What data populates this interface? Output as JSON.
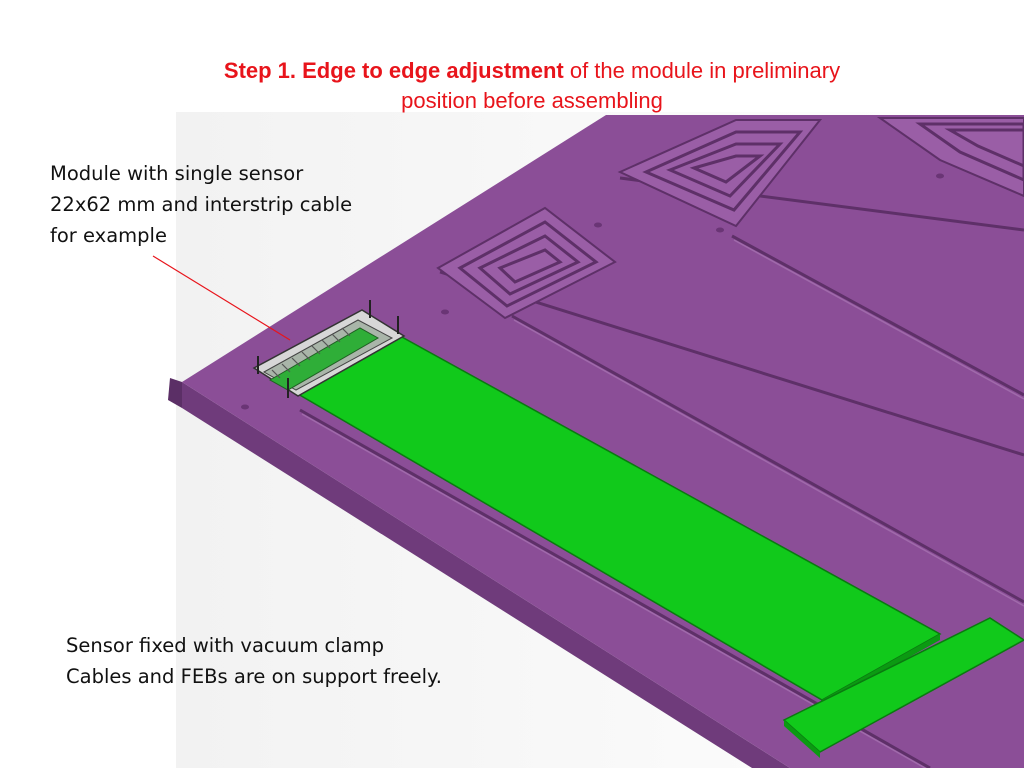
{
  "title": {
    "bold_part": "Step 1. Edge to edge adjustment",
    "rest_line1": " of the module in preliminary",
    "rest_line2": "position before assembling"
  },
  "annotations": {
    "module_note": {
      "lines": [
        "Module with single sensor",
        "22x62 mm and interstrip cable",
        "for example"
      ]
    },
    "sensor_note": {
      "lines": [
        "Sensor fixed with vacuum clamp",
        "Cables and FEBs are on support freely."
      ]
    }
  },
  "colors": {
    "title": "#e8141b",
    "plate_top": "#8b4e97",
    "plate_side": "#6f3b7b",
    "plate_groove": "#5e3068",
    "sensor": "#11c91b",
    "sensor_edge": "#0a7a10",
    "leader_line": "#e8141b"
  }
}
